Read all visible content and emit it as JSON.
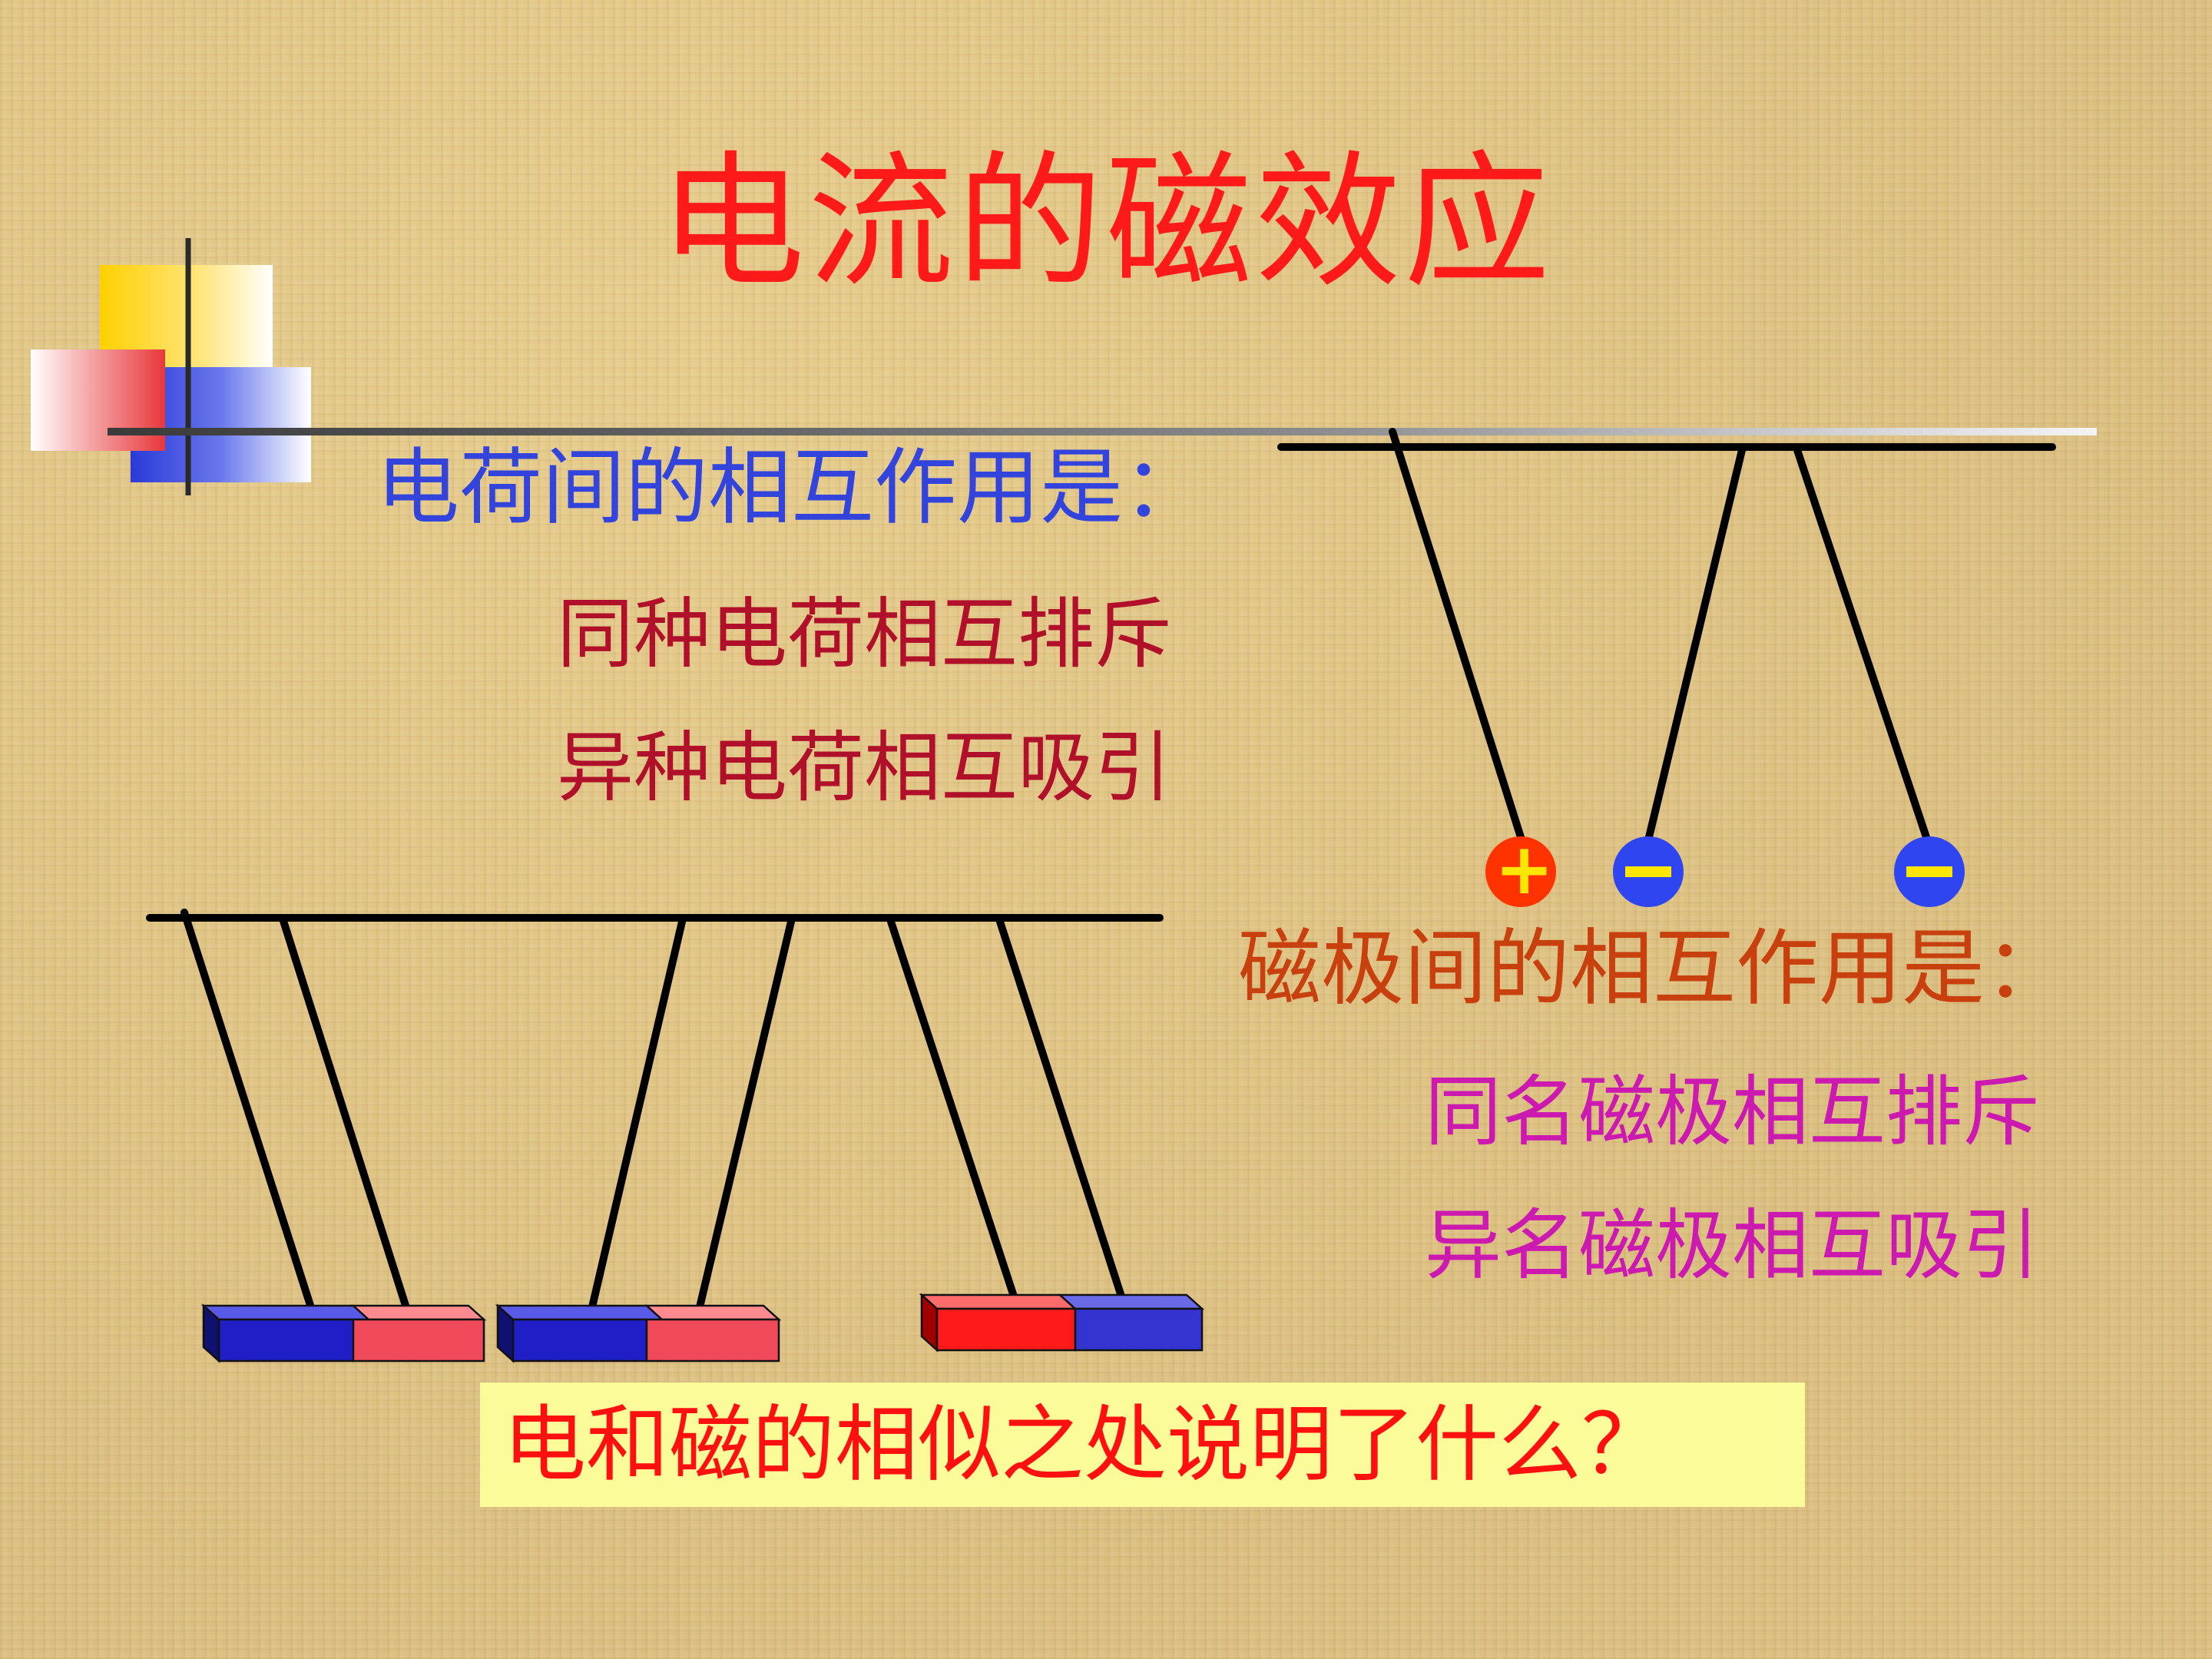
{
  "title": "电流的磁效应",
  "charges": {
    "heading": "电荷间的相互作用是：",
    "same": "同种电荷相互排斥",
    "opposite": "异种电荷相互吸引",
    "symbols": [
      "+",
      "−",
      "−"
    ]
  },
  "magnets": {
    "heading": "磁极间的相互作用是：",
    "same": "同名磁极相互排斥",
    "opposite": "异名磁极相互吸引"
  },
  "question": "电和磁的相似之处说明了什么？",
  "colors": {
    "title": "#ff1a1a",
    "charge_heading": "#3344dd",
    "charge_lines": "#b0102a",
    "magnet_heading": "#c8400e",
    "magnet_lines": "#cc1ab0",
    "question_bg": "#fbfb9a",
    "magnet_blue": "#1f1fc8",
    "magnet_red": "#f04a5a"
  }
}
